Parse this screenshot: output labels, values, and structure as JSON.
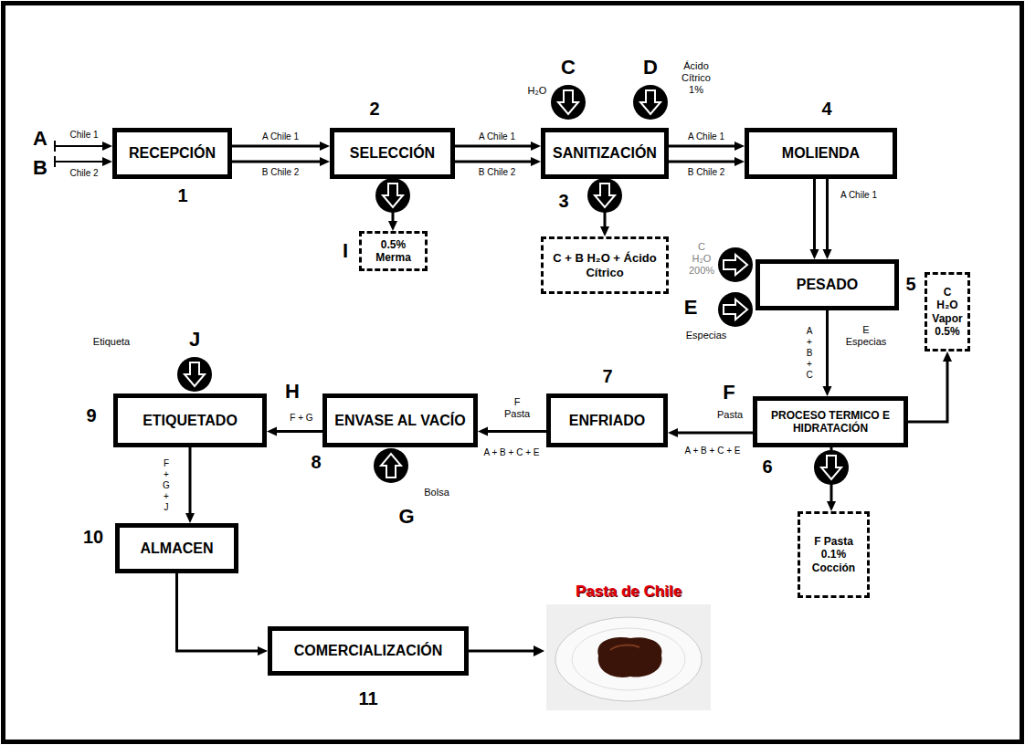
{
  "diagram": {
    "nodes": [
      {
        "text": [
          "RECEPCIÓN"
        ]
      },
      {
        "text": [
          "SELECCIÓN"
        ]
      },
      {
        "text": [
          "0.5% Merma"
        ]
      },
      {
        "text": [
          "SANITIZACIÓN"
        ]
      },
      {
        "text": [
          "C + B H₂O + Ácido Cítrico"
        ]
      },
      {
        "text": [
          "MOLIENDA"
        ]
      },
      {
        "text": [
          "PESADO"
        ]
      },
      {
        "text": [
          "C H₂O Vapor 0.5%"
        ]
      },
      {
        "text": [
          "PROCESO TERMICO E HIDRATACIÓN"
        ]
      },
      {
        "text": [
          "F Pasta 0.1% Cocción"
        ]
      },
      {
        "text": [
          "ENFRIADO"
        ]
      },
      {
        "text": [
          "ENVASE AL VACÍO"
        ]
      },
      {
        "text": [
          "ETIQUETADO"
        ]
      },
      {
        "text": [
          "ALMACEN"
        ]
      },
      {
        "text": [
          "COMERCIALIZACIÓN"
        ]
      }
    ],
    "edges": [
      {
        "from": 0,
        "to": 1,
        "label": "A Chile 1",
        "arrow": "to"
      },
      {
        "from": 0,
        "to": 1,
        "label": "B Chile 2",
        "arrow": "to"
      },
      {
        "from": 1,
        "to": 3,
        "label": "A Chile 1",
        "arrow": "to"
      },
      {
        "from": 1,
        "to": 3,
        "label": "B Chile 2",
        "arrow": "to"
      },
      {
        "from": 1,
        "to": 2,
        "arrow": "to"
      },
      {
        "from": 3,
        "to": 5,
        "label": "A Chile 1",
        "arrow": "to"
      },
      {
        "from": 3,
        "to": 5,
        "label": "B Chile 2",
        "arrow": "to"
      },
      {
        "from": 3,
        "to": 4,
        "arrow": "to"
      },
      {
        "from": 5,
        "to": 6,
        "label": "A Chile 1",
        "arrow": "to"
      },
      {
        "from": 5,
        "to": 6,
        "arrow": "to"
      },
      {
        "from": 6,
        "to": 8,
        "label": "A + B + C",
        "arrow": "to"
      },
      {
        "from": 8,
        "to": 7,
        "arrow": "to"
      },
      {
        "from": 8,
        "to": 9,
        "arrow": "to"
      },
      {
        "from": 8,
        "to": 10,
        "label": "A + B + C + E",
        "arrow": "to"
      },
      {
        "from": 10,
        "to": 11,
        "label": "A + B + C + E",
        "arrow": "to"
      },
      {
        "from": 11,
        "to": 12,
        "label": "F + G",
        "arrow": "to"
      },
      {
        "from": 12,
        "to": 13,
        "label": "F + G + J",
        "arrow": "to"
      },
      {
        "from": 13,
        "to": 14,
        "arrow": "to"
      }
    ],
    "labels": [
      "A",
      "Chile 1",
      "B",
      "Chile 2",
      "1",
      "2",
      "I",
      "C",
      "H₂O",
      "D",
      "Ácido Cítrico 1%",
      "3",
      "4",
      "C H₂O 200%",
      "E",
      "Especias",
      "5",
      "E Especias",
      "F",
      "Pasta",
      "6",
      "7",
      "F Pasta",
      "8",
      "G",
      "Bolsa",
      "H",
      "9",
      "J",
      "Etiqueta",
      "10",
      "11",
      "Pasta de Chile"
    ]
  }
}
